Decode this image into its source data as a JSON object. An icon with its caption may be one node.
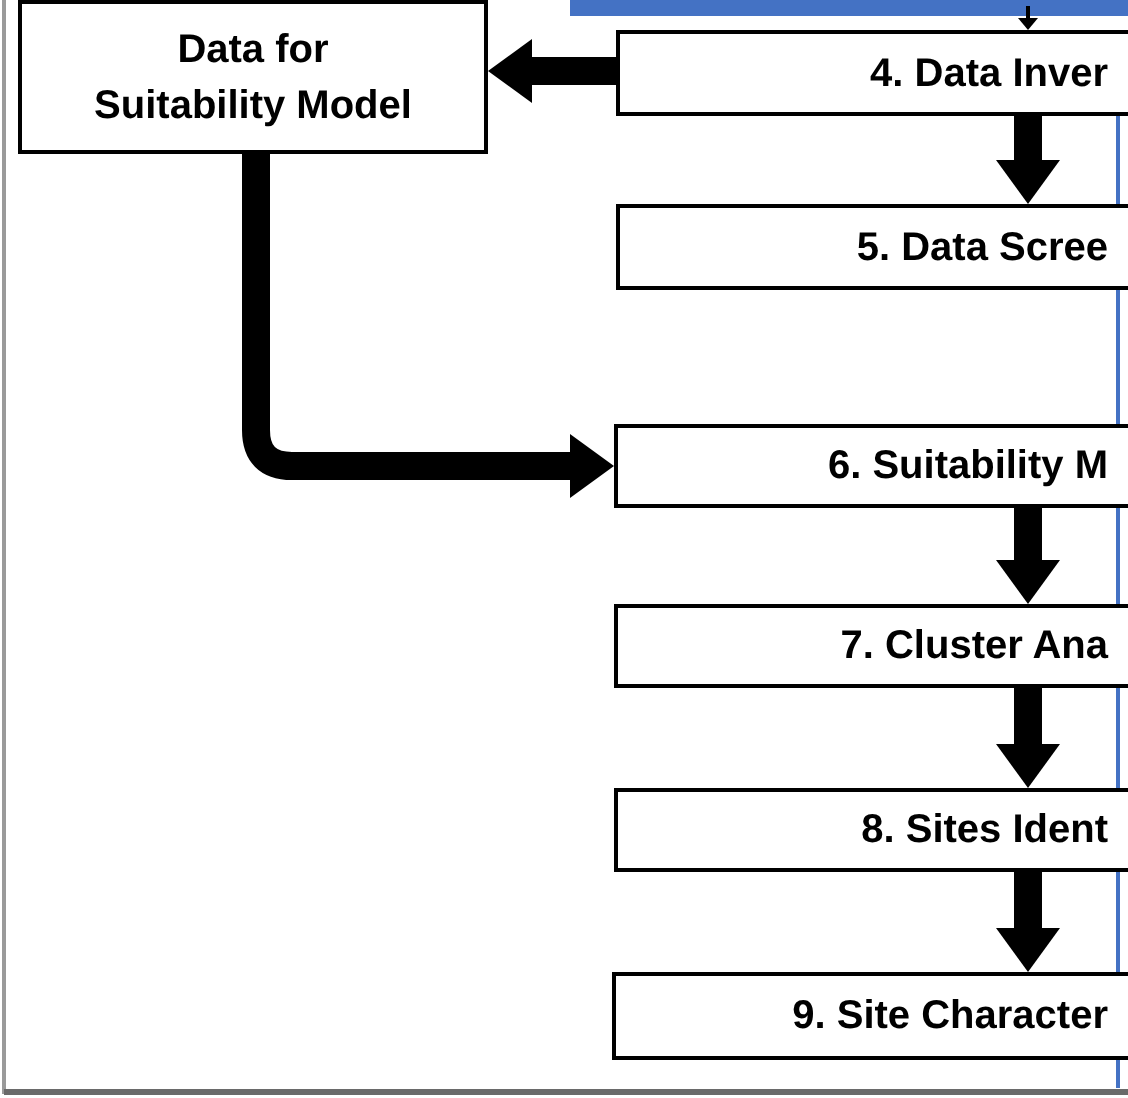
{
  "diagram": {
    "nodes": [
      {
        "text": [
          "Data for Suitability Model"
        ]
      },
      {
        "text": [
          "4. Data Inver"
        ]
      },
      {
        "text": [
          "5. Data Scree"
        ]
      },
      {
        "text": [
          "6. Suitability M"
        ]
      },
      {
        "text": [
          "7. Cluster Ana"
        ]
      },
      {
        "text": [
          "8. Sites Ident"
        ]
      },
      {
        "text": [
          "9. Site Character"
        ]
      }
    ],
    "edges": [
      {
        "from": null,
        "to": 1,
        "arrow": "to"
      },
      {
        "from": 1,
        "to": 0,
        "arrow": "to"
      },
      {
        "from": 1,
        "to": 2,
        "arrow": "to"
      },
      {
        "from": 0,
        "to": 3,
        "arrow": "to"
      },
      {
        "from": 3,
        "to": 4,
        "arrow": "to"
      },
      {
        "from": 4,
        "to": 5,
        "arrow": "to"
      },
      {
        "from": 5,
        "to": 6,
        "arrow": "to"
      }
    ]
  }
}
